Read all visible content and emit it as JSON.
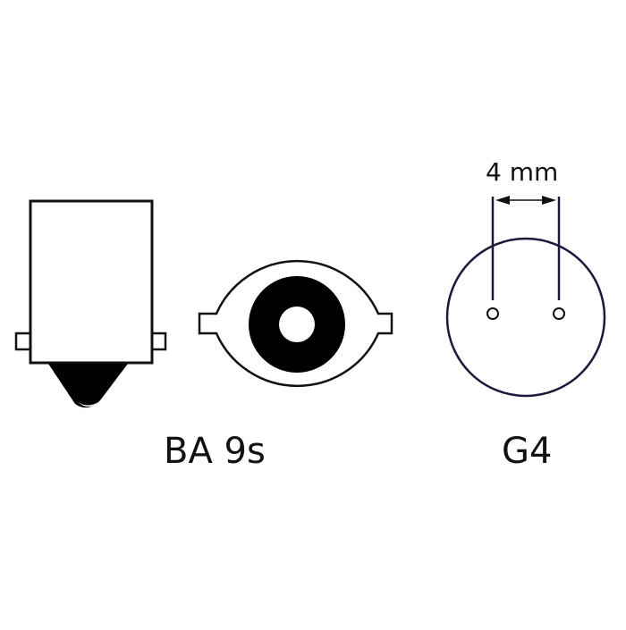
{
  "diagram": {
    "subject": "Lamp base comparison",
    "items": [
      {
        "id": "ba9s",
        "label": "BA 9s",
        "views": [
          "side-profile",
          "bottom-view"
        ]
      },
      {
        "id": "g4",
        "label": "G4",
        "views": [
          "bottom-view"
        ],
        "dimension": {
          "label": "4 mm",
          "measures": "pin spacing"
        }
      }
    ],
    "colors": {
      "outline": "#111111",
      "g4_outline": "#1a1a3a",
      "fill": "#ffffff",
      "solid": "#000000"
    }
  }
}
